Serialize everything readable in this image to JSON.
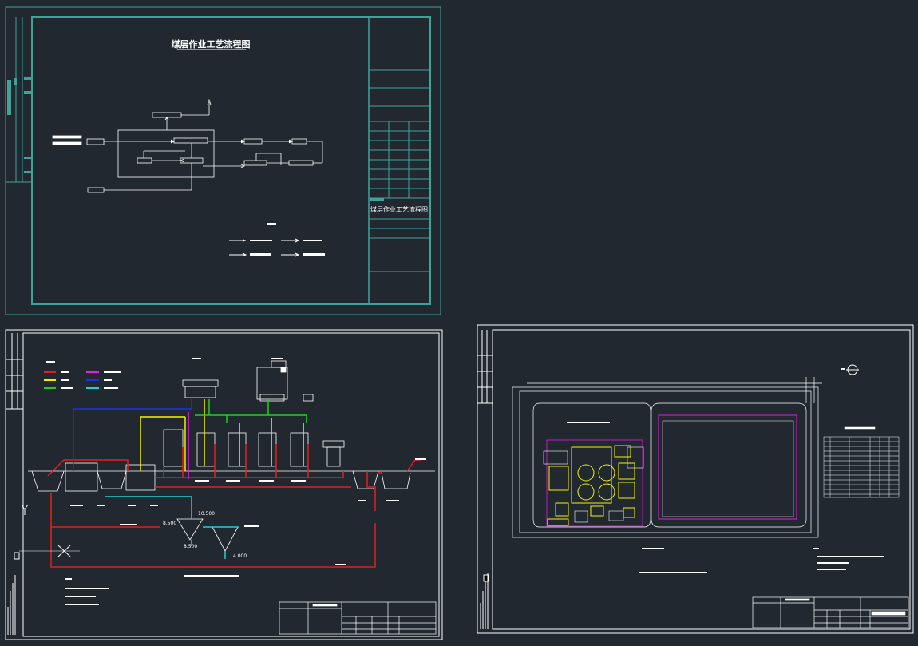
{
  "colors": {
    "background": "#212830",
    "frame_cyan": "#3fa39a",
    "line_white": "#ffffff",
    "pipe_red": "#e02020",
    "pipe_yellow": "#f2f200",
    "pipe_green": "#20d020",
    "pipe_blue": "#2030e0",
    "pipe_magenta": "#e020e0",
    "pipe_cyan": "#20d0d0",
    "title_block_fill": "#1c2228"
  },
  "sheet_1": {
    "title": "煤层作业工艺流程图",
    "title_block_title": "煤层作业工艺流程图"
  },
  "sheet_2": {
    "elevations": {
      "e1": "8.500",
      "e2": "10.500",
      "e3": "8.500",
      "e4": "4.000"
    }
  },
  "sheet_3": {}
}
